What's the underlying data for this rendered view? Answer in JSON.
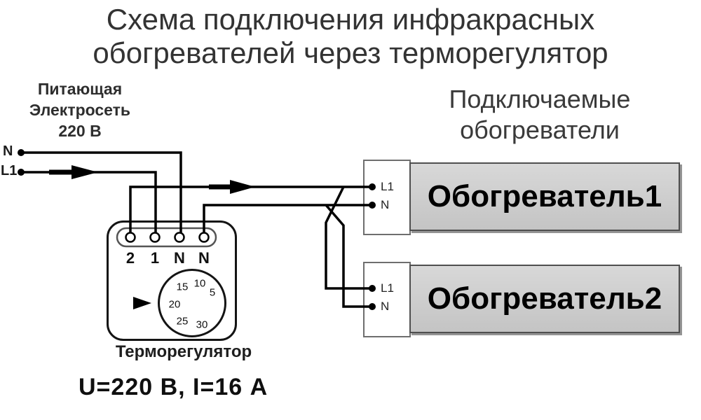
{
  "title": {
    "line1": "Схема подключения инфракрасных",
    "line2": "обогревателей через терморегулятор"
  },
  "mains": {
    "label_lines": [
      "Питающая",
      "Электросеть",
      "220 В"
    ],
    "terminal_n": "N",
    "terminal_l1": "L1"
  },
  "thermostat": {
    "label": "Терморегулятор",
    "terminals": [
      "2",
      "1",
      "N",
      "N"
    ],
    "dial": [
      "15",
      "10",
      "5",
      "20",
      "25",
      "30"
    ],
    "rating": "U=220 В, I=16 А"
  },
  "heaters": {
    "header_lines": [
      "Подключаемые",
      "обогреватели"
    ],
    "items": [
      {
        "name": "Обогреватель1",
        "terminal_l1": "L1",
        "terminal_n": "N"
      },
      {
        "name": "Обогреватель2",
        "terminal_l1": "L1",
        "terminal_n": "N"
      }
    ]
  },
  "colors": {
    "wire": "#000000",
    "heater_fill": "#c9c9c9",
    "text": "#333333"
  }
}
